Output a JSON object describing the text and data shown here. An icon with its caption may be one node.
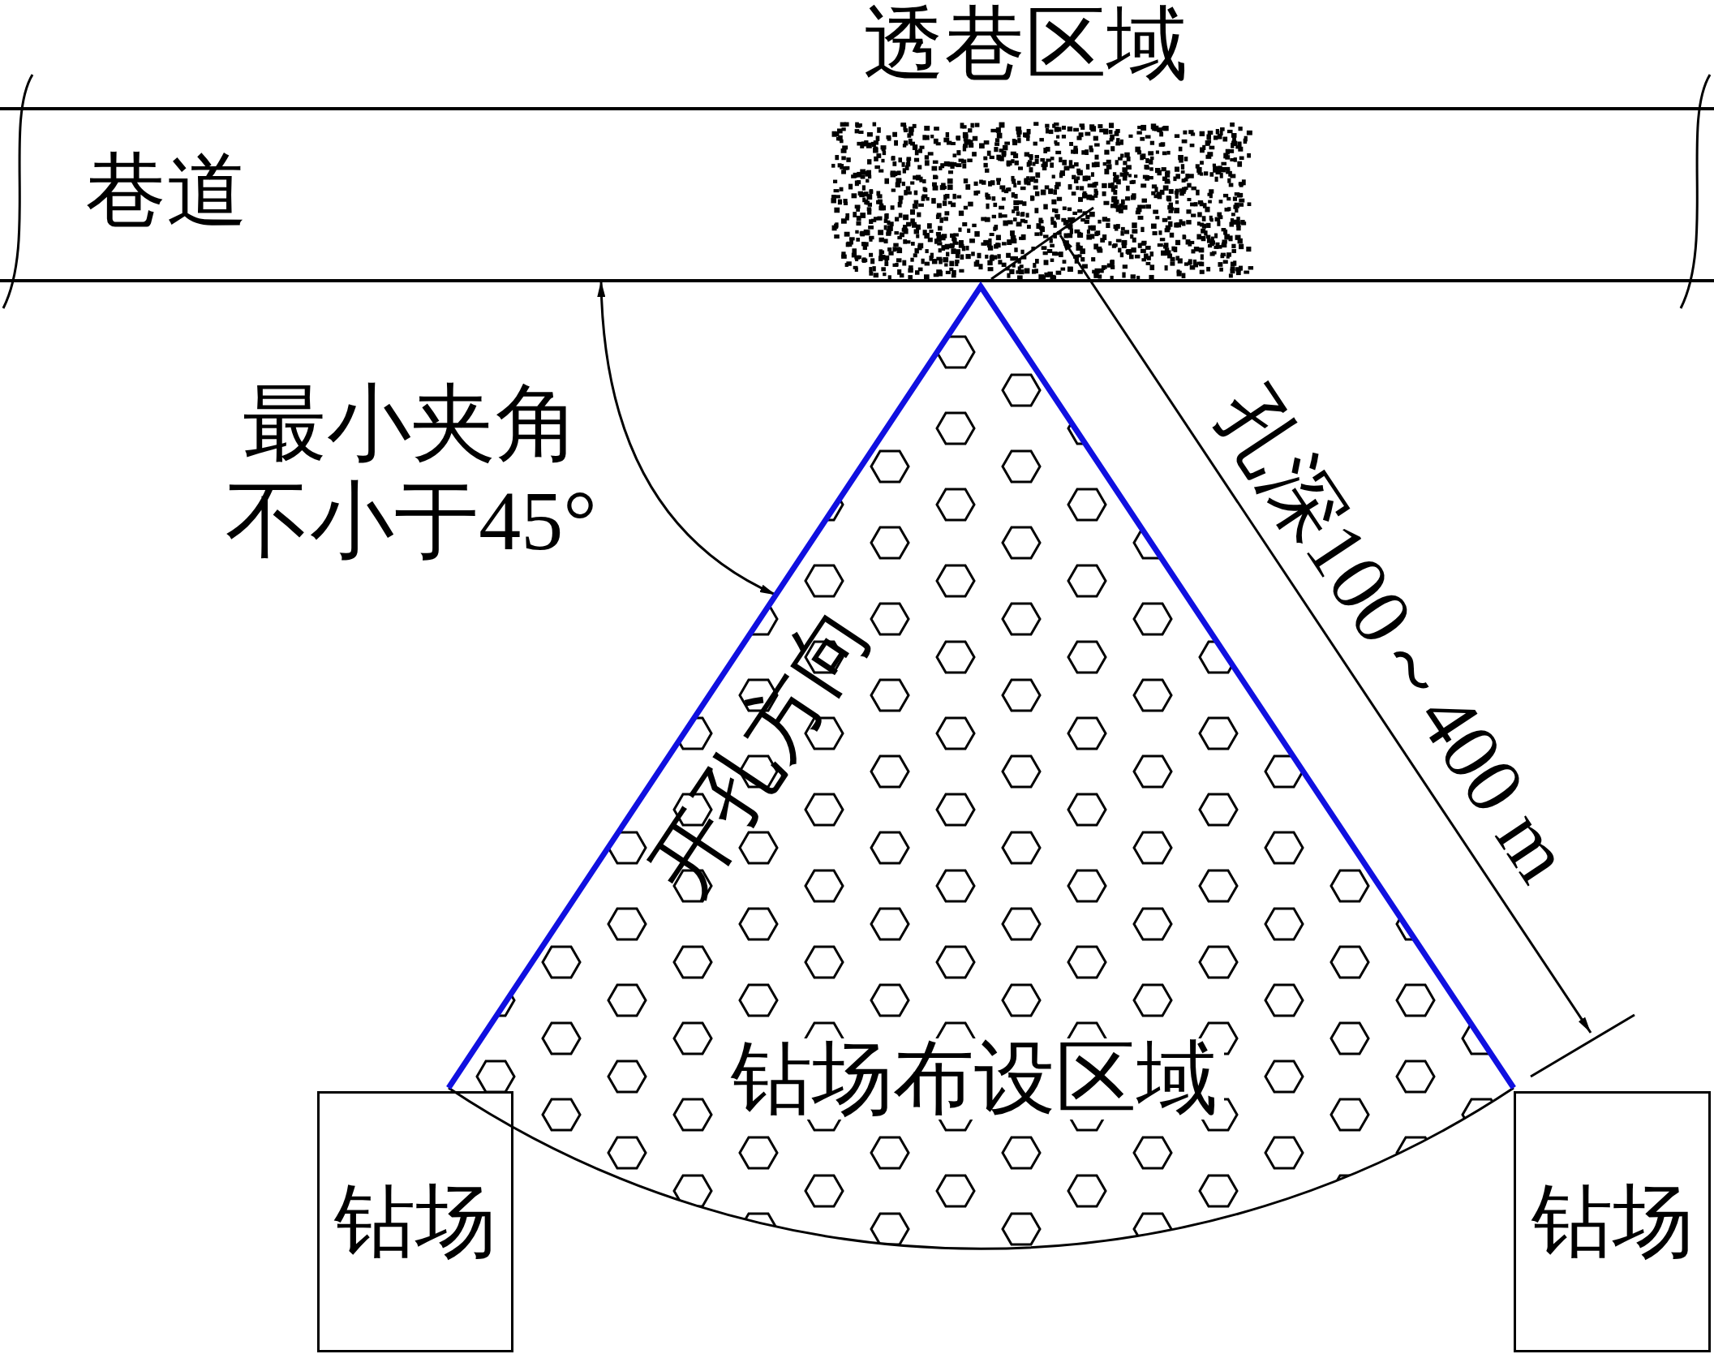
{
  "diagram": {
    "nodes": [
      {
        "text": [
          "巷道"
        ]
      },
      {
        "text": [
          "透巷区域"
        ]
      },
      {
        "text": [
          "钻场布设区域"
        ]
      },
      {
        "text": [
          "钻场"
        ]
      },
      {
        "text": [
          "钻场"
        ]
      }
    ],
    "edges": [
      {
        "from": 0,
        "to": 2,
        "arrow": "both"
      }
    ],
    "labels": [
      "最小夹角不小于45°",
      "开孔方向",
      "孔深100～400 m"
    ]
  }
}
